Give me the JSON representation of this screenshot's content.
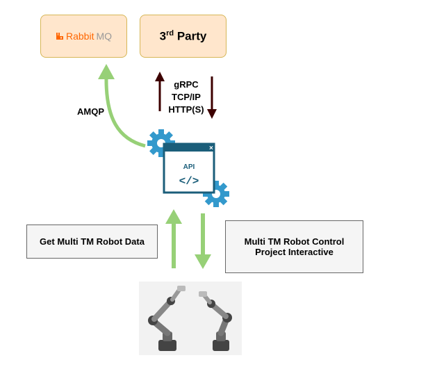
{
  "nodes": {
    "rabbitmq": {
      "brand": "Rabbit",
      "brand_suffix": "MQ"
    },
    "third_party": {
      "label": "3",
      "sup": "rd",
      "suffix": " Party"
    },
    "api_window": {
      "title": "API",
      "code": "</>",
      "close": "×"
    },
    "get_data": {
      "label": "Get Multi TM Robot Data"
    },
    "control": {
      "line1": "Multi TM Robot Control",
      "line2": "Project Interactive"
    }
  },
  "edges": {
    "amqp": {
      "label": "AMQP"
    },
    "protocols": [
      "gRPC",
      "TCP/IP",
      "HTTP(S)"
    ]
  },
  "colors": {
    "green_arrow": "#97d077",
    "dark_arrow": "#3d0000",
    "gear": "#3399cc",
    "api_border": "#1b5e7a",
    "box_fill": "#ffe6cc",
    "box_border": "#d6b656"
  }
}
